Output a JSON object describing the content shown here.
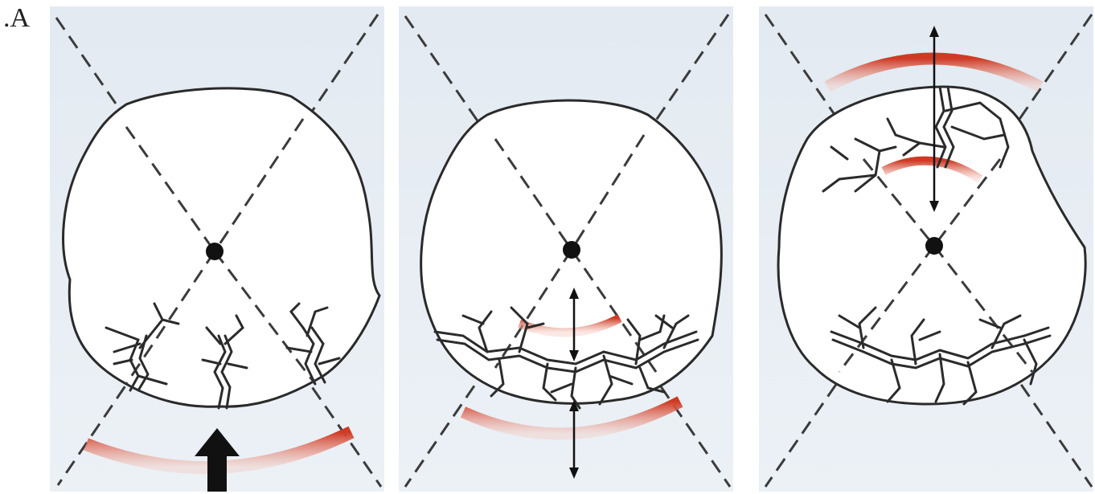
{
  "figure": {
    "label": ".A",
    "panels": [
      {
        "id": "panel-1",
        "description_hidden": ""
      },
      {
        "id": "panel-2",
        "description_hidden": ""
      },
      {
        "id": "panel-3",
        "description_hidden": ""
      }
    ]
  },
  "colors": {
    "panel_background": "#e7edf3",
    "skull_fill": "#ffffff",
    "outline": "#2a2a2a",
    "dashed_line": "#3b3b3b",
    "stress_arc": "#cf3a24",
    "fracture": "#2b2b2b",
    "arrow": "#111111"
  },
  "icons": {
    "impact_arrow": "up-arrow-icon",
    "double_arrow": "double-headed-arrow-icon",
    "center_point": "dot-icon"
  }
}
